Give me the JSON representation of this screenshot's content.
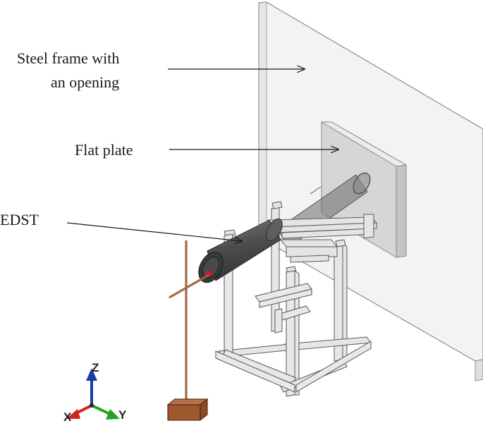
{
  "labels": {
    "frame_line1": "Steel frame with",
    "frame_line2": "an opening",
    "plate": "Flat plate",
    "edst": "EDST"
  },
  "axes": {
    "x": "X",
    "y": "Y",
    "z": "Z"
  },
  "colors": {
    "frame_panel": "#f2f2f2",
    "plate": "#d9d9d9",
    "support_frame": "#e4e4e4",
    "tube": "#555555",
    "stand": "#b8714a",
    "base": "#a0582e",
    "axis_x": "#d62020",
    "axis_y": "#22a022",
    "axis_z": "#1a3aa8",
    "marker": "#e8102a"
  }
}
